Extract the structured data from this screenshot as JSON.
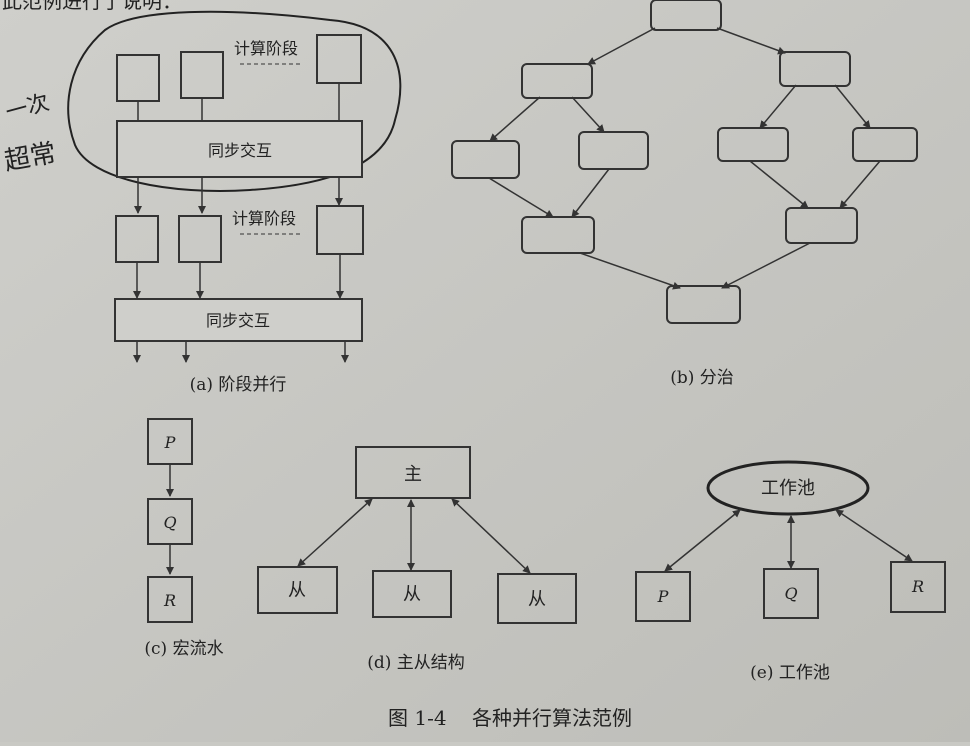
{
  "header_fragment": "此范例进行了说明：",
  "handwriting": {
    "line1": "一次",
    "line2": "超常"
  },
  "panel_a": {
    "compute_label_1": "计算阶段",
    "compute_label_2": "计算阶段",
    "sync_label_1": "同步交互",
    "sync_label_2": "同步交互",
    "caption": "(a) 阶段并行"
  },
  "panel_b": {
    "caption": "(b) 分治"
  },
  "panel_c": {
    "nodes": [
      "P",
      "Q",
      "R"
    ],
    "caption": "(c) 宏流水"
  },
  "panel_d": {
    "master": "主",
    "slaves": [
      "从",
      "从",
      "从"
    ],
    "caption": "(d) 主从结构"
  },
  "panel_e": {
    "pool": "工作池",
    "workers": [
      "P",
      "Q",
      "R"
    ],
    "caption": "(e) 工作池"
  },
  "figure_caption": "图 1-4    各种并行算法范例"
}
